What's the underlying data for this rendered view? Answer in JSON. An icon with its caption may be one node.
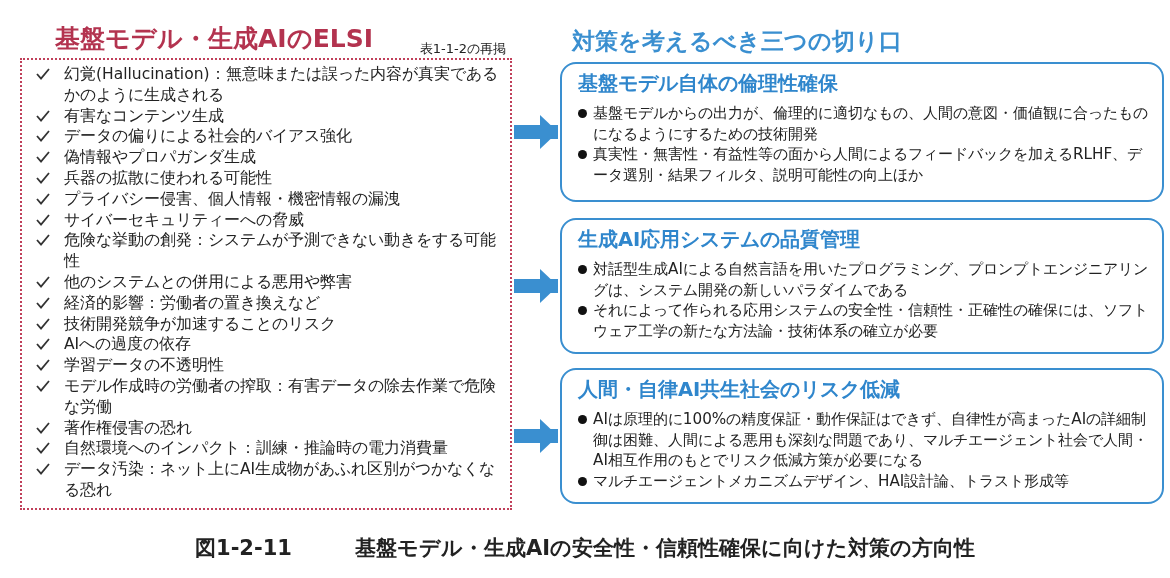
{
  "diagram": {
    "caption": "図1-2-11　　　基盤モデル・生成AIの安全性・信頼性確保に向けた対策の方向性",
    "nodes": [
      {
        "text": [
          "基盤モデル・生成AIのELSI",
          "幻覚(Hallucination)：無意味または誤った内容が真実であるかのように生成される",
          "有害なコンテンツ生成",
          "データの偏りによる社会的バイアス強化",
          "偽情報やプロパガンダ生成",
          "兵器の拡散に使われる可能性",
          "プライバシー侵害、個人情報・機密情報の漏洩",
          "サイバーセキュリティーへの脅威",
          "危険な挙動の創発：システムが予測できない動きをする可能性",
          "他のシステムとの併用による悪用や弊害",
          "経済的影響：労働者の置き換えなど",
          "技術開発競争が加速することのリスク",
          "AIへの過度の依存",
          "学習データの不透明性",
          "モデル作成時の労働者の搾取：有害データの除去作業で危険な労働",
          "著作権侵害の恐れ",
          "自然環境へのインパクト：訓練・推論時の電力消費量",
          "データ汚染：ネット上にAI生成物があふれ区別がつかなくなる恐れ"
        ],
        "beside": [
          "表1-1-2の再掲"
        ]
      },
      {
        "text": [
          "基盤モデル自体の倫理性確保",
          "基盤モデルからの出力が、倫理的に適切なもの、人間の意図・価値観に合ったものになるようにするための技術開発",
          "真実性・無害性・有益性等の面から人間によるフィードバックを加えるRLHF、データ選別・結果フィルタ、説明可能性の向上ほか"
        ]
      },
      {
        "text": [
          "生成AI応用システムの品質管理",
          "対話型生成AIによる自然言語を用いたプログラミング、プロンプトエンジニアリングは、システム開発の新しいパラダイムである",
          "それによって作られる応用システムの安全性・信頼性・正確性の確保には、ソフトウェア工学の新たな方法論・技術体系の確立が必要"
        ]
      },
      {
        "text": [
          "人間・自律AI共生社会のリスク低減",
          "AIは原理的に100%の精度保証・動作保証はできず、自律性が高まったAIの詳細制御は困難、人間による悪用も深刻な問題であり、マルチエージェント社会で人間・AI相互作用のもとでリスク低減方策が必要になる",
          "マルチエージェントメカニズムデザイン、HAI設計論、トラスト形成等"
        ]
      }
    ],
    "edges": [
      {
        "from": 0,
        "to": 1,
        "arrow": "to"
      },
      {
        "from": 0,
        "to": 2,
        "arrow": "to"
      },
      {
        "from": 0,
        "to": 3,
        "arrow": "to"
      }
    ],
    "labels": [
      "対策を考えるべき三つの切り口"
    ]
  }
}
